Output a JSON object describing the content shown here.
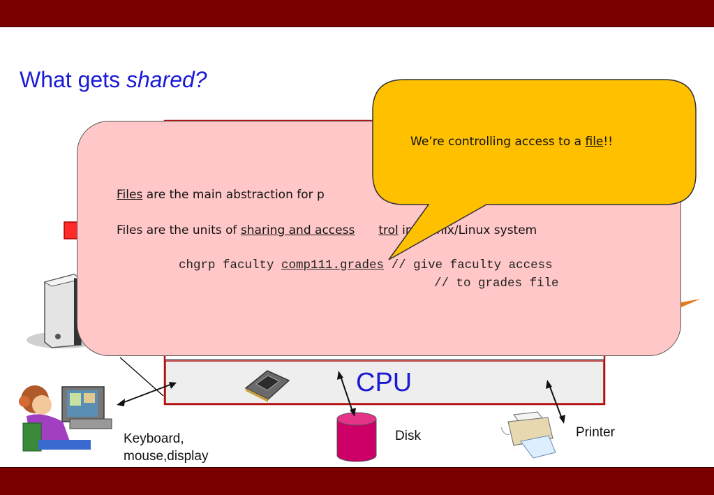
{
  "slide": {
    "title_plain": "What gets ",
    "title_italic": "shared?"
  },
  "content_box": {
    "line1_link": "Files",
    "line1_rest": " are the main abstraction for p",
    "line2_prefix": "Files are the units of ",
    "line2_link_a": "sharing and access",
    "line2_link_b": "trol",
    "line2_suffix": " in a Unix/Linux system",
    "code_cmd": "chgrp faculty ",
    "code_file": "comp111.grades",
    "code_comment1": " // give faculty access",
    "code_comment2": "// to grades file"
  },
  "callout": {
    "text_prefix": "We’re controlling access to a ",
    "text_link": "file",
    "text_suffix": "!!"
  },
  "hardware": {
    "cpu_label": "CPU",
    "disk_label": "Disk",
    "printer_label": "Printer",
    "io_label_line1": "Keyboard,",
    "io_label_line2": "mouse,display"
  },
  "colors": {
    "band": "#7a0000",
    "title": "#1a1ad6",
    "content_box": "#ffc7c7",
    "callout": "#ffc000",
    "arrow": "#ff2a2a",
    "disk": "#cc0066"
  }
}
